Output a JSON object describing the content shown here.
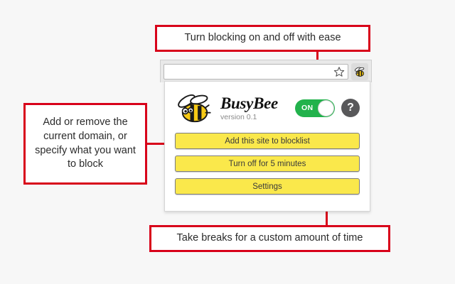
{
  "annotations": {
    "top": "Turn blocking on and off with ease",
    "left": "Add or remove the current domain, or specify what you want to block",
    "bottom": "Take breaks for a custom amount of time"
  },
  "browser": {
    "url_value": "",
    "url_placeholder": "",
    "bookmark_icon": "star-icon",
    "extension_icon": "bee-icon"
  },
  "popup": {
    "brand_name": "BusyBee",
    "version": "version 0.1",
    "logo_icon": "bee-logo-icon",
    "toggle": {
      "label": "ON",
      "state": "on",
      "color": "#22b24c"
    },
    "help": {
      "label": "?",
      "color": "#58585a"
    },
    "buttons": [
      {
        "label": "Add this site to blocklist"
      },
      {
        "label": "Turn off for 5 minutes"
      },
      {
        "label": "Settings"
      }
    ]
  },
  "colors": {
    "accent_red": "#d8021a",
    "button_yellow": "#fae84b",
    "toggle_green": "#22b24c",
    "page_background": "#f7f7f7"
  }
}
